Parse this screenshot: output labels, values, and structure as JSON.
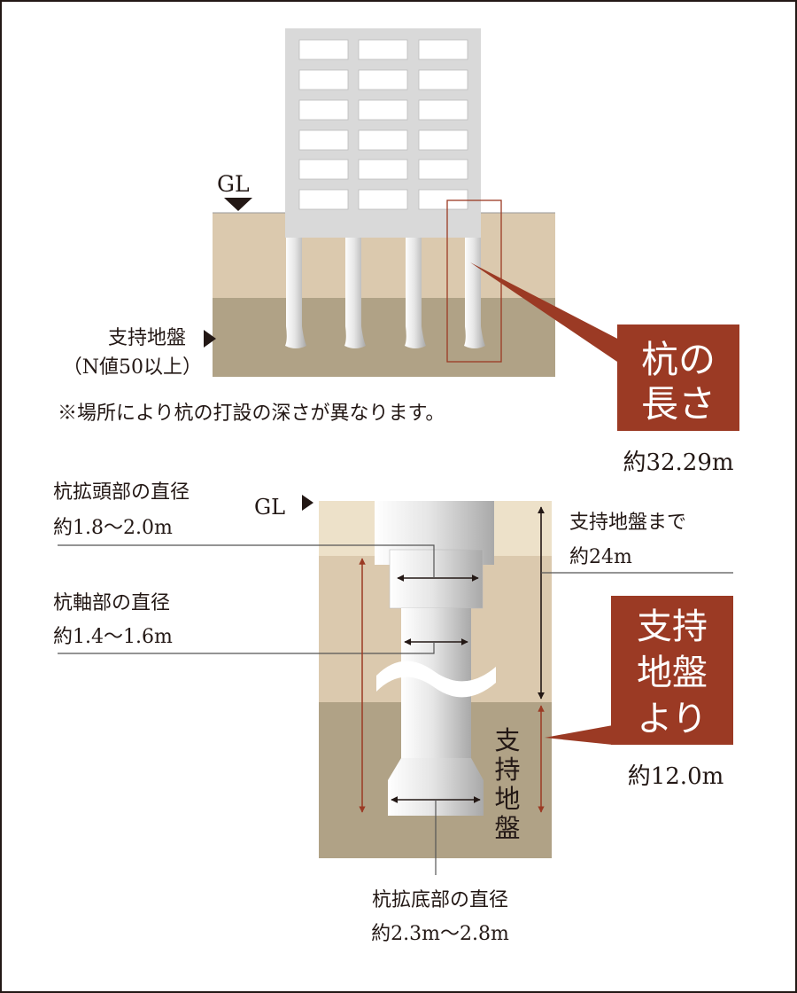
{
  "top": {
    "gl_label": "GL",
    "bearing_layer": "支持地盤",
    "n_value": "（N値50以上）",
    "note": "※場所により杭の打設の深さが異なります。",
    "pile_length_box": [
      "杭の",
      "長さ"
    ],
    "pile_length_value": "約32.29m"
  },
  "bottom": {
    "gl_label": "GL",
    "head_diameter_label": "杭拡頭部の直径",
    "head_diameter_value": "約1.8～2.0m",
    "shaft_diameter_label": "杭軸部の直径",
    "shaft_diameter_value": "約1.4～1.6m",
    "to_bearing_label": "支持地盤まで",
    "to_bearing_value": "約24m",
    "bearing_vertical": [
      "支",
      "持",
      "地",
      "盤"
    ],
    "from_bearing_box": [
      "支持",
      "地盤",
      "より"
    ],
    "from_bearing_value": "約12.0m",
    "base_diameter_label": "杭拡底部の直径",
    "base_diameter_value": "約2.3m～2.8m"
  },
  "colors": {
    "accent_red": "#9b3a24",
    "soil_top": "#ede1c9",
    "soil_mid": "#dbc9ae",
    "soil_bearing": "#b0a286",
    "building": "#d9d9d9"
  }
}
